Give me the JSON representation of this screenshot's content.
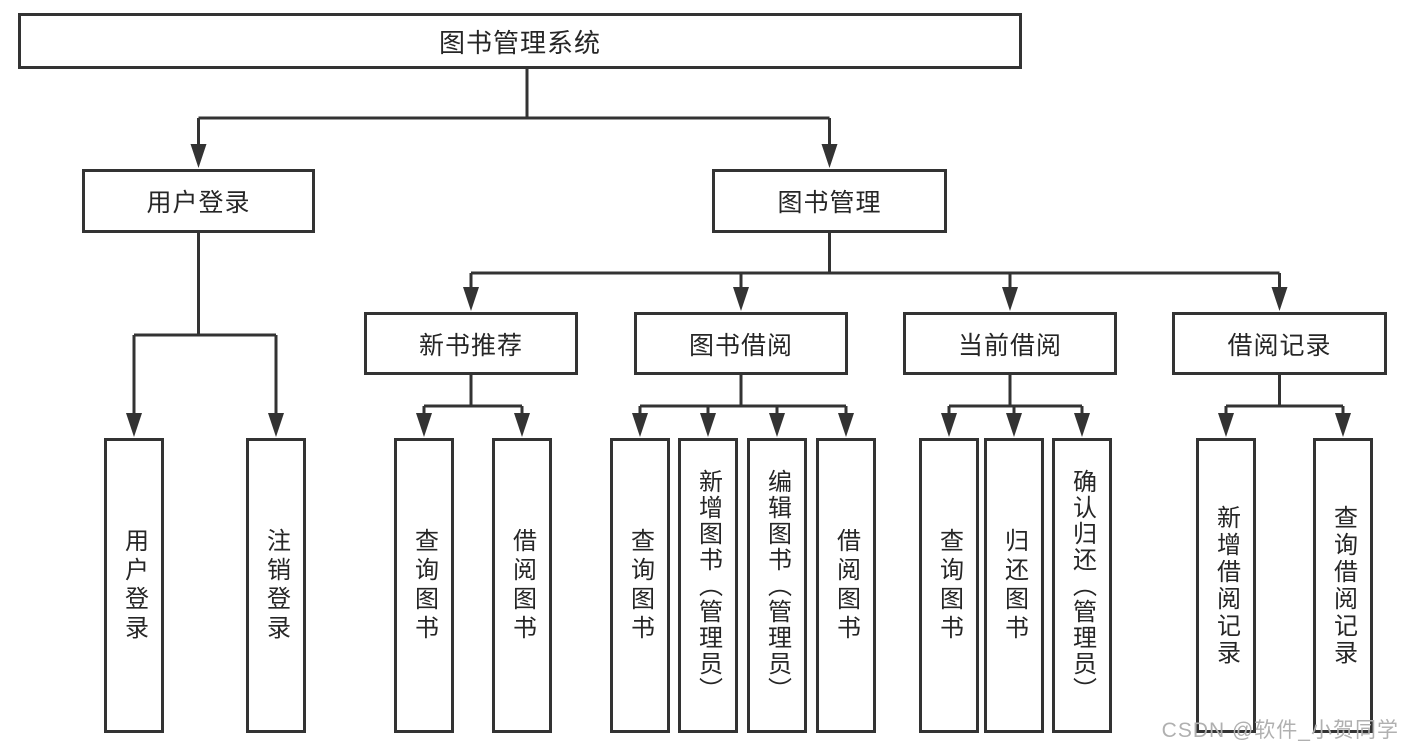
{
  "colors": {
    "line": "#333333",
    "text": "#262626",
    "watermark": "#b0b0b0"
  },
  "watermark": {
    "text": "CSDN @软件_小贺同学"
  },
  "tree": {
    "root": {
      "label": "图书管理系统",
      "children": [
        {
          "label": "用户登录",
          "children": [
            {
              "label": "用户登录"
            },
            {
              "label": "注销登录"
            }
          ]
        },
        {
          "label": "图书管理",
          "children": [
            {
              "label": "新书推荐",
              "children": [
                {
                  "label": "查询图书"
                },
                {
                  "label": "借阅图书"
                }
              ]
            },
            {
              "label": "图书借阅",
              "children": [
                {
                  "label": "查询图书"
                },
                {
                  "label": "新增图书（管理员）"
                },
                {
                  "label": "编辑图书（管理员）"
                },
                {
                  "label": "借阅图书"
                }
              ]
            },
            {
              "label": "当前借阅",
              "children": [
                {
                  "label": "查询图书"
                },
                {
                  "label": "归还图书"
                },
                {
                  "label": "确认归还（管理员）"
                }
              ]
            },
            {
              "label": "借阅记录",
              "children": [
                {
                  "label": "新增借阅记录"
                },
                {
                  "label": "查询借阅记录"
                }
              ]
            }
          ]
        }
      ]
    }
  }
}
